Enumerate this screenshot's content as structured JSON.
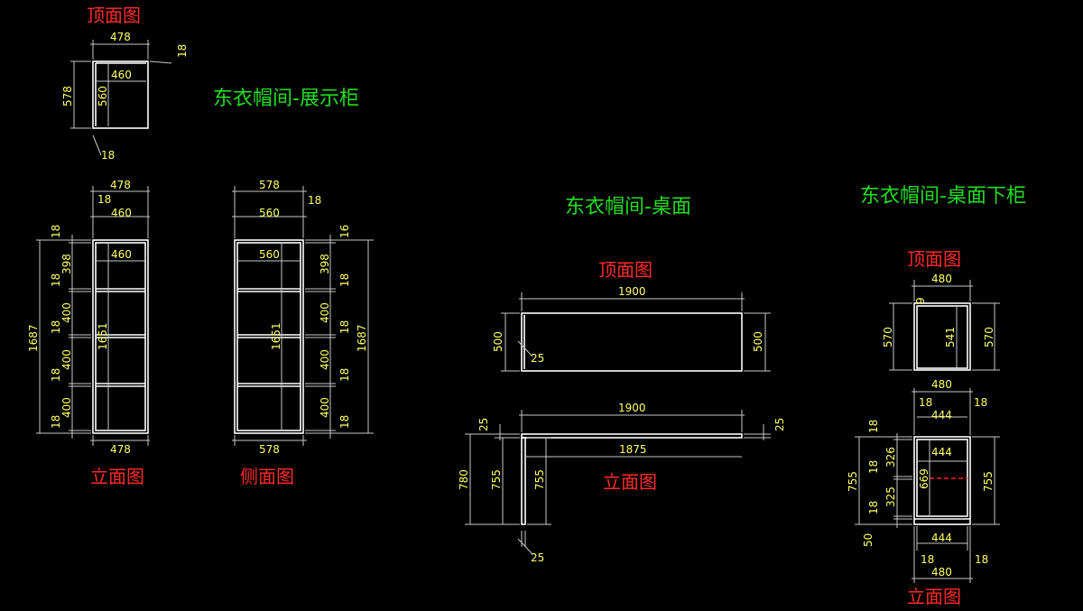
{
  "colors": {
    "background": "#000000",
    "drawing_line": "#ffffff",
    "dimension_text": "#ffff66",
    "view_label": "#ff2a2a",
    "title": "#22dd22",
    "hidden_line": "#ff2020"
  },
  "titles": {
    "display_cabinet": "东衣帽间-展示柜",
    "desk_top": "东衣帽间-桌面",
    "under_desk_cabinet": "东衣帽间-桌面下柜"
  },
  "view_labels": {
    "cabinet_top": "顶面图",
    "cabinet_front": "立面图",
    "cabinet_side": "侧面图",
    "desk_top": "顶面图",
    "desk_front": "立面图",
    "under_top": "顶面图",
    "under_front": "立面图"
  },
  "dims": {
    "cab_top_width": "478",
    "cab_top_inner_width": "460",
    "cab_top_depth": "578",
    "cab_top_inner_depth": "560",
    "cab_top_panel_a": "18",
    "cab_top_panel_b": "18",
    "cab_front_width_top": "478",
    "cab_front_panel_top": "18",
    "cab_front_inner_top": "460",
    "cab_front_inner_inside": "460",
    "cab_front_height": "1687",
    "cab_front_inner_height": "1651",
    "cab_front_width_bottom": "478",
    "cab_front_vert": [
      "18",
      "398",
      "18",
      "400",
      "18",
      "400",
      "18",
      "400",
      "18"
    ],
    "cab_side_width_top": "578",
    "cab_side_panel_top": "18",
    "cab_side_inner_top": "560",
    "cab_side_inner_inside": "560",
    "cab_side_inner_height": "1651",
    "cab_side_height": "1687",
    "cab_side_width_bottom": "578",
    "cab_side_vert": [
      "16",
      "398",
      "18",
      "400",
      "18",
      "400",
      "18",
      "400",
      "18"
    ],
    "desk_top_length": "1900",
    "desk_top_depth_left": "500",
    "desk_top_depth_right": "500",
    "desk_top_panel": "25",
    "desk_front_length": "1900",
    "desk_front_inner_length": "1875",
    "desk_front_thick_left": "25",
    "desk_front_thick_right": "25",
    "desk_front_height_total": "780",
    "desk_front_leg_height": "755",
    "desk_front_leg_height_inner": "755",
    "desk_front_leg_thick": "25",
    "under_top_width": "480",
    "under_top_panel": "9",
    "under_top_depth_left": "570",
    "under_top_inner_depth": "541",
    "under_top_depth_right": "570",
    "under_front_width_top": "480",
    "under_front_panel_left": "18",
    "under_front_panel_right": "18",
    "under_front_inner_top": "444",
    "under_front_inner_inside": "444",
    "under_front_height_left": "755",
    "under_front_vert": [
      "18",
      "326",
      "18",
      "325",
      "18"
    ],
    "under_front_base": "50",
    "under_front_inner_height": "669",
    "under_front_height_right": "755",
    "under_front_inner_bottom": "444",
    "under_front_panel_bottom_left": "18",
    "under_front_panel_bottom_right": "18",
    "under_front_width_bottom": "480"
  }
}
